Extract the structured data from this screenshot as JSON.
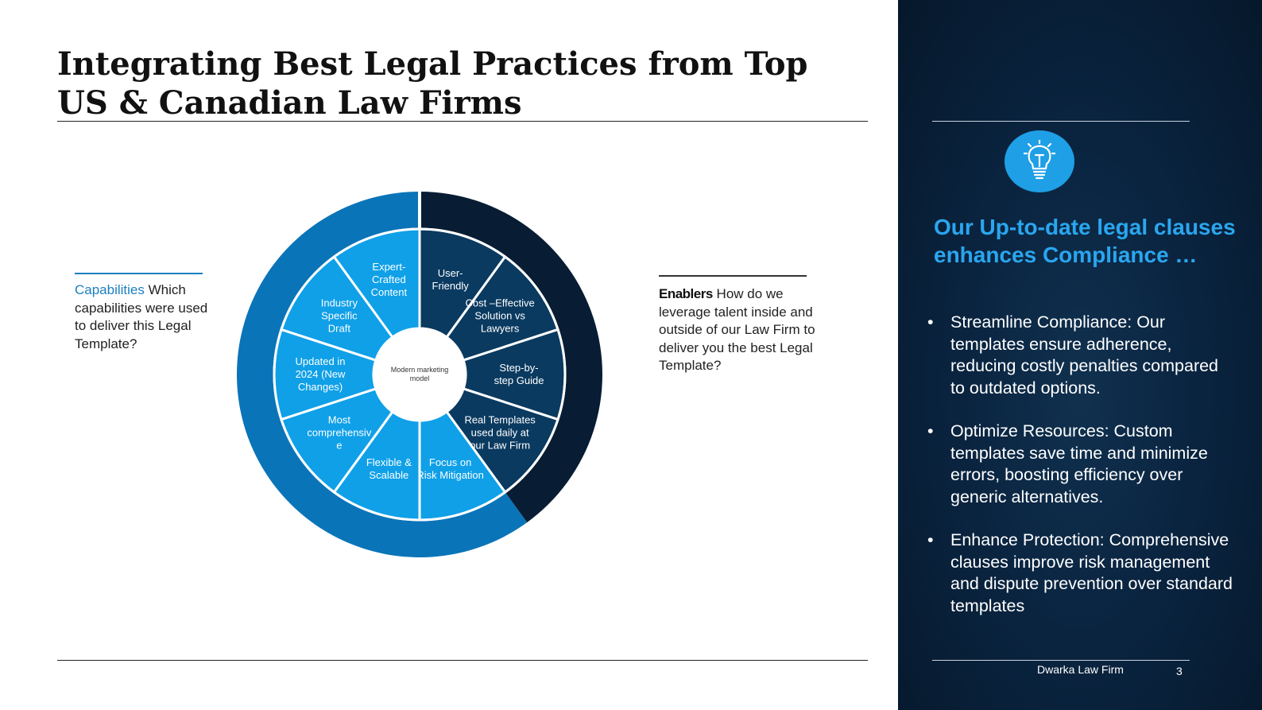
{
  "slide": {
    "title": "Integrating Best Legal Practices from Top US & Canadian Law Firms"
  },
  "capabilities": {
    "heading": "Capabilities",
    "text": " Which capabilities were used  to deliver this Legal Template?"
  },
  "enablers": {
    "heading": "Enablers",
    "text": " How do we leverage talent inside and outside of our Law Firm  to deliver you the best Legal Template?"
  },
  "wheel": {
    "center_lines": [
      "Modern marketing",
      "model"
    ],
    "colors": {
      "outer_left": "#0a74b8",
      "outer_right": "#081d33",
      "inner_left": "#0fa0e8",
      "inner_right": "#0a3a60",
      "separator": "#ffffff"
    },
    "segments": [
      {
        "side": "right",
        "lines": [
          "User-",
          "Friendly"
        ]
      },
      {
        "side": "right",
        "lines": [
          "Cost –Effective",
          "Solution vs",
          "Lawyers"
        ]
      },
      {
        "side": "right",
        "lines": [
          "Step-by-",
          "step Guide"
        ]
      },
      {
        "side": "right",
        "lines": [
          "Real Templates",
          "used daily at",
          "our Law Firm"
        ]
      },
      {
        "side": "left",
        "lines": [
          "Focus on",
          "Risk Mitigation"
        ]
      },
      {
        "side": "left",
        "lines": [
          "Flexible &",
          "Scalable"
        ]
      },
      {
        "side": "left",
        "lines": [
          "Most",
          "comprehensiv",
          "e"
        ]
      },
      {
        "side": "left",
        "lines": [
          "Updated in",
          "2024  (New",
          "Changes)"
        ]
      },
      {
        "side": "left",
        "lines": [
          "Industry",
          "Specific",
          "Draft"
        ]
      },
      {
        "side": "left",
        "lines": [
          "Expert-",
          "Crafted",
          "Content"
        ]
      }
    ]
  },
  "panel": {
    "icon": "lightbulb-icon",
    "heading": "Our Up-to-date legal clauses enhances Compliance …",
    "bullets": [
      "Streamline Compliance: Our templates ensure adherence, reducing costly penalties compared to outdated options.",
      "Optimize Resources: Custom templates save time and minimize errors, boosting efficiency over generic alternatives.",
      "Enhance Protection: Comprehensive clauses improve risk management and dispute prevention over standard templates"
    ],
    "accent": "#2aa6ef"
  },
  "footer": {
    "firm": "Dwarka Law Firm",
    "page": "3"
  }
}
